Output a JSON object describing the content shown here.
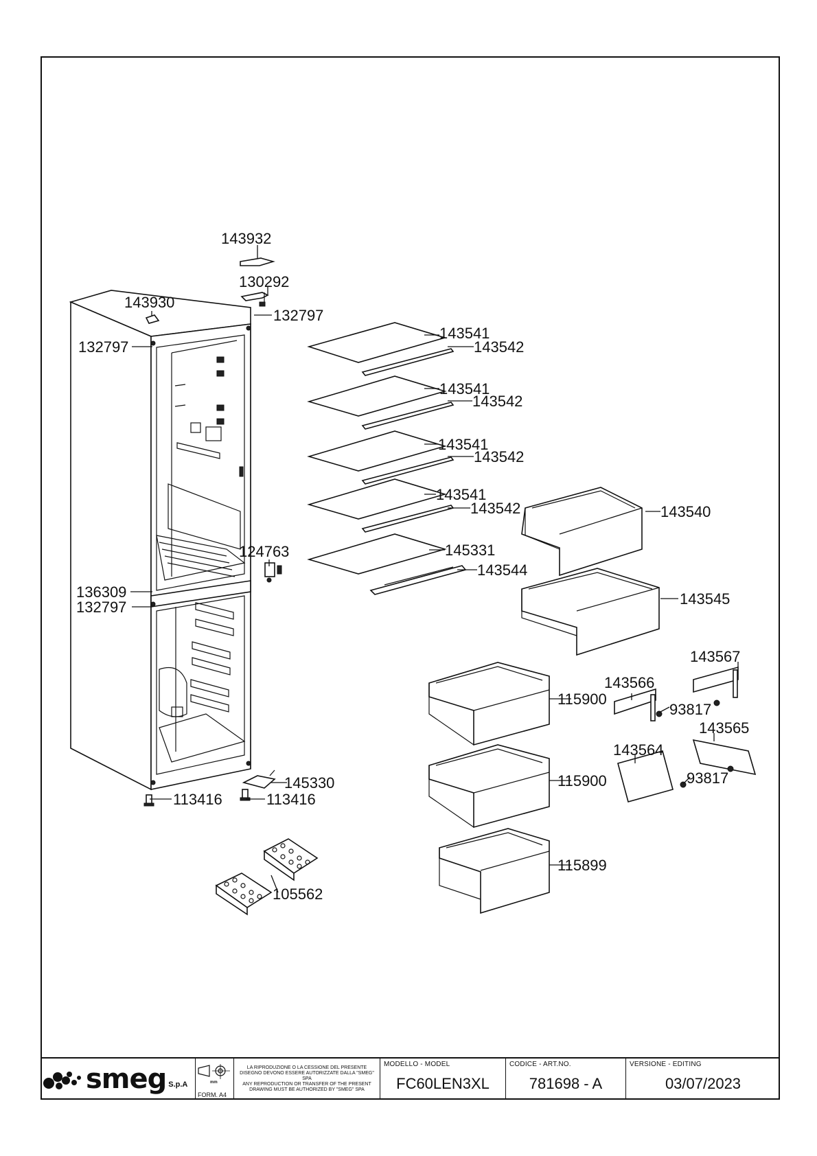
{
  "parts": {
    "p143932": "143932",
    "p130292": "130292",
    "p143930": "143930",
    "p132797_top": "132797",
    "p132797_left": "132797",
    "p132797_mid": "132797",
    "p124763": "124763",
    "p136309": "136309",
    "p113416_a": "113416",
    "p113416_b": "113416",
    "p145330": "145330",
    "p105562": "105562",
    "shelf_1_glass": "143541",
    "shelf_1_trim": "143542",
    "shelf_2_glass": "143541",
    "shelf_2_trim": "143542",
    "shelf_3_glass": "143541",
    "shelf_3_trim": "143542",
    "shelf_4_glass": "143541",
    "shelf_4_trim": "143542",
    "shelf_5_glass": "145331",
    "shelf_5_trim": "143544",
    "p143540": "143540",
    "p143545": "143545",
    "p143567": "143567",
    "p143566": "143566",
    "p93817_a": "93817",
    "p143565": "143565",
    "p143564": "143564",
    "p93817_b": "93817",
    "drawer_1": "115900",
    "drawer_2": "115900",
    "drawer_3": "115899"
  },
  "titleblock": {
    "brand": "smeg",
    "brand_suffix": "S.p.A",
    "projection_unit": "mm",
    "form": "FORM. A4",
    "notice_it": "LA RIPRODUZIONE O LA CESSIONE DEL PRESENTE DISEGNO DEVONO ESSERE AUTORIZZATE DALLA \"SMEG\" SPA",
    "notice_en": "ANY REPRODUCTION OR TRANSFER OF THE PRESENT DRAWING MUST BE AUTHORIZED BY \"SMEG\" SPA",
    "model_caption": "MODELLO - MODEL",
    "model_value": "FC60LEN3XL",
    "code_caption": "CODICE - ART.NO.",
    "code_value": "781698 - A",
    "version_caption": "VERSIONE - EDITING",
    "version_value": "03/07/2023"
  }
}
